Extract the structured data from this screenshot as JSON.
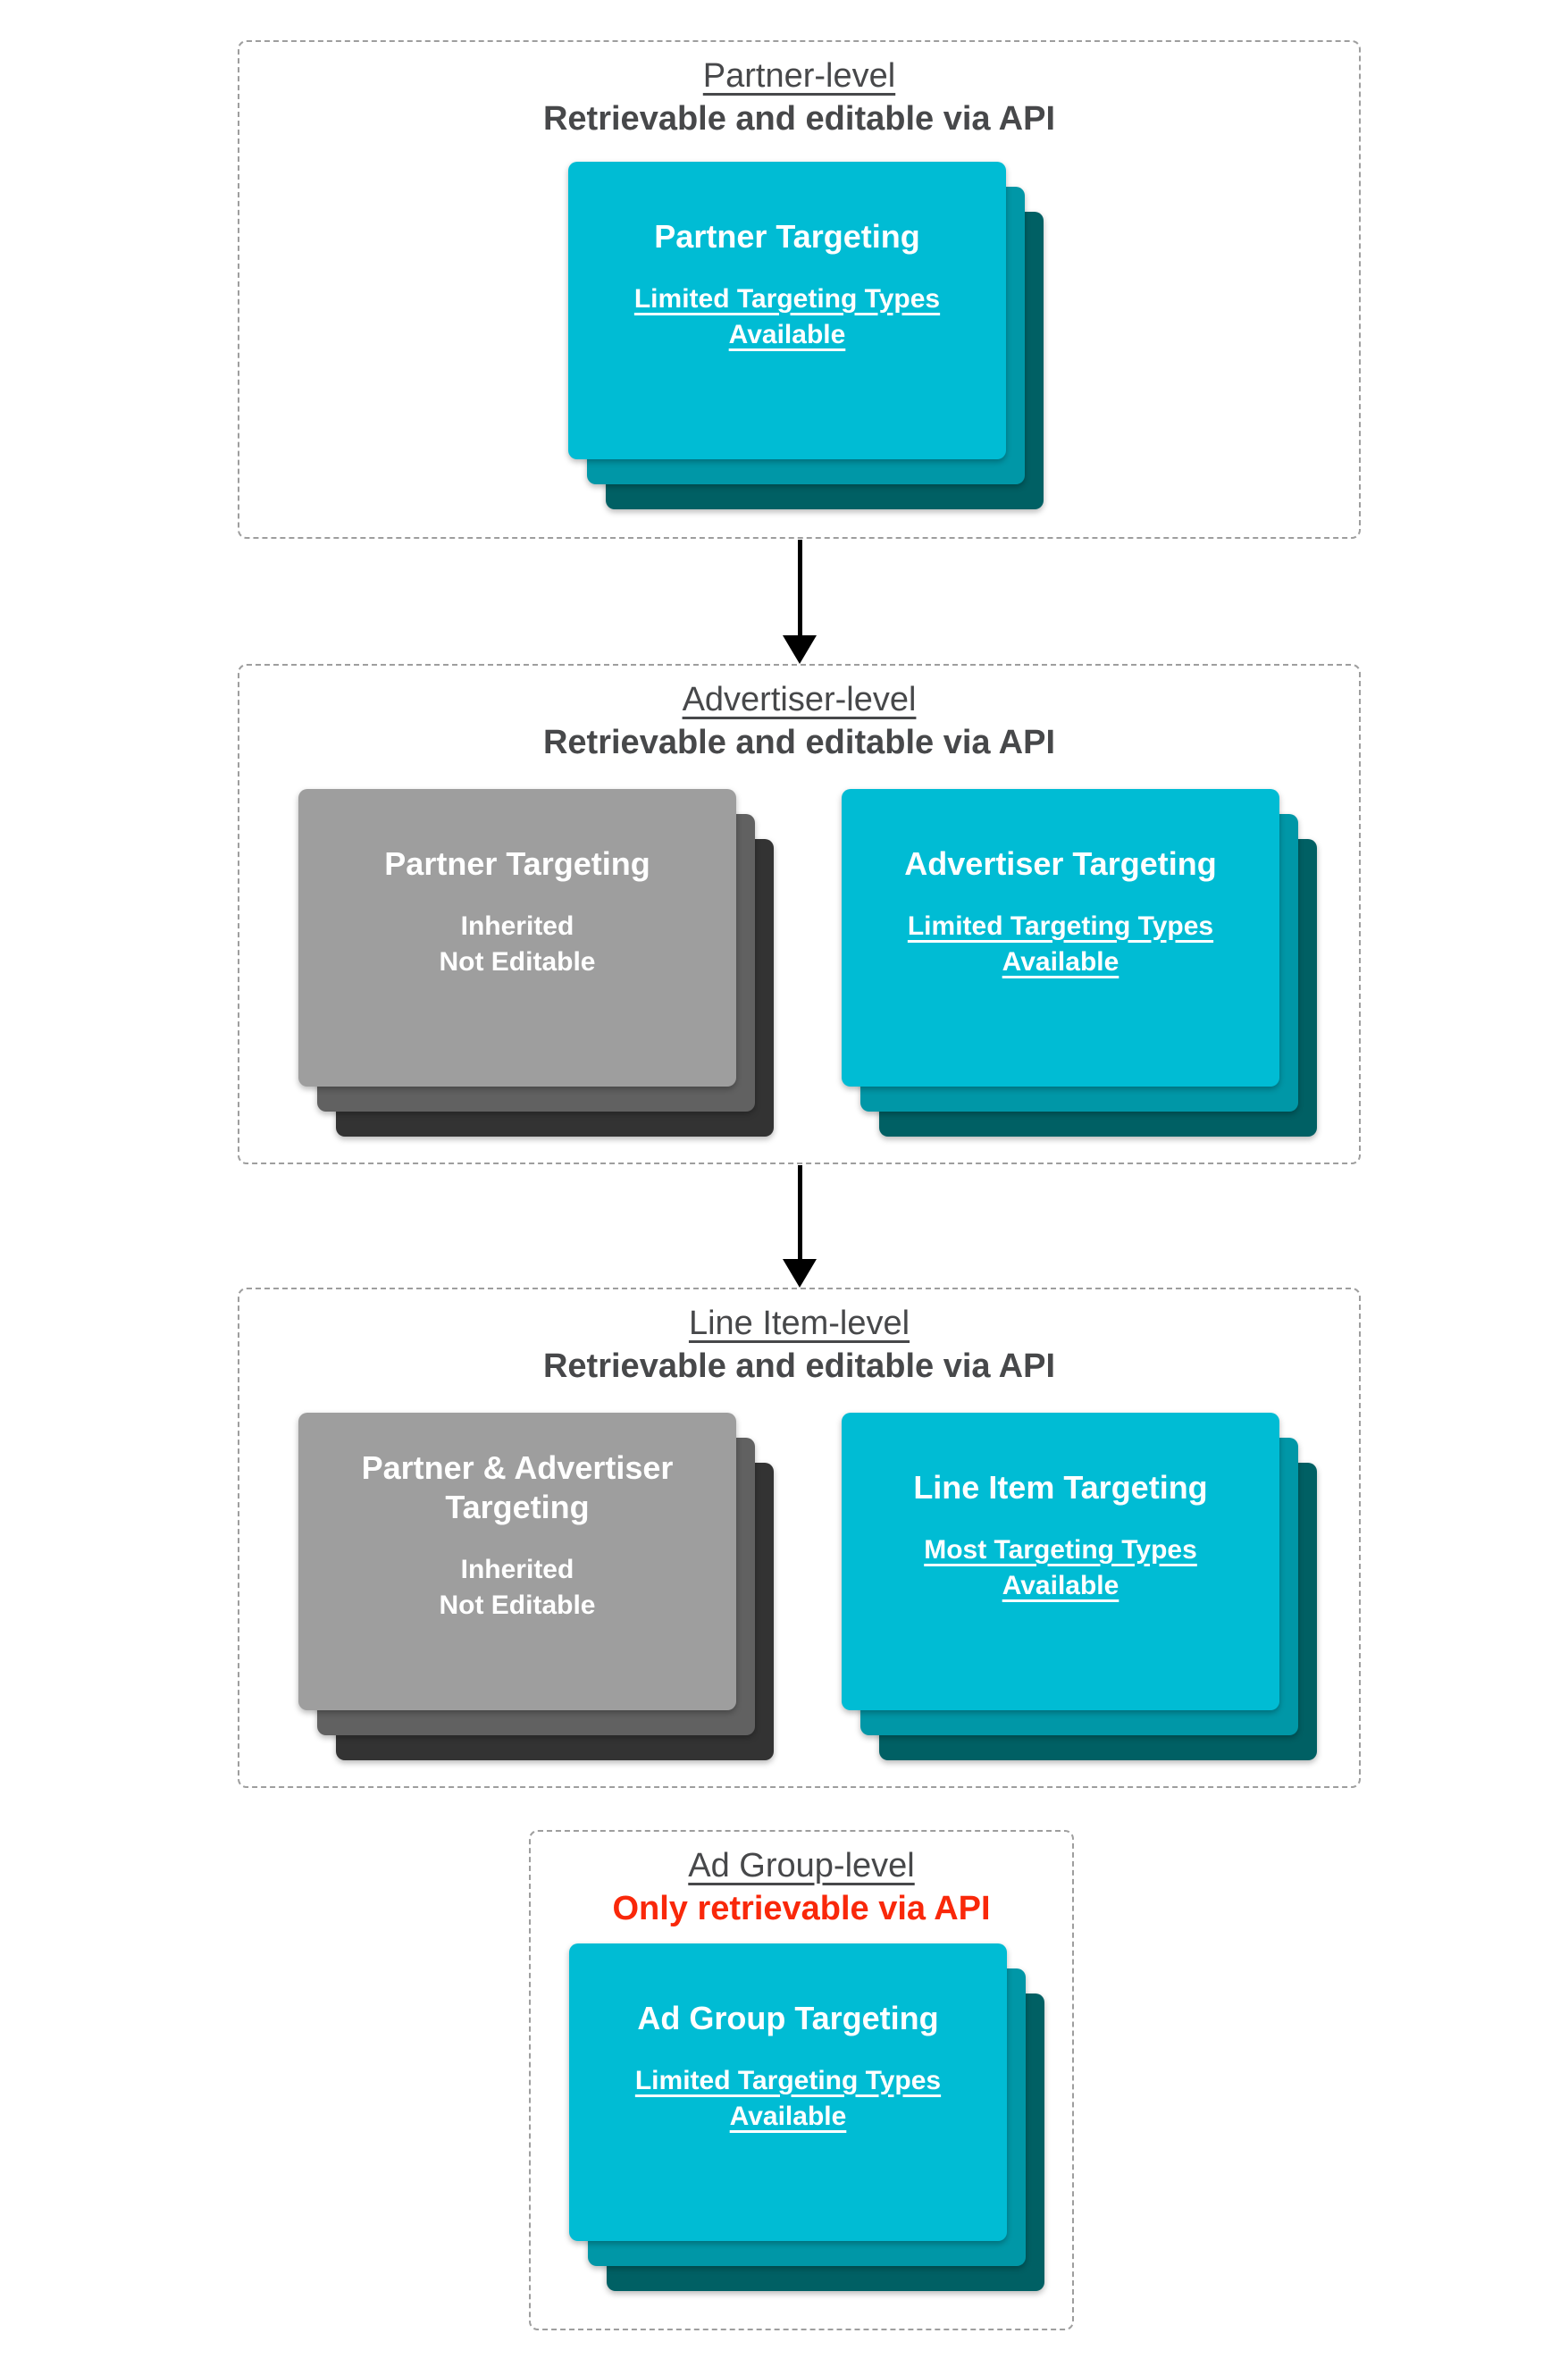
{
  "sections": [
    {
      "title": "Partner-level",
      "subtitle": "Retrievable and editable via API",
      "cards": [
        {
          "style": "teal",
          "title": "Partner Targeting",
          "line1": "Limited Targeting Types",
          "line2": "Available"
        }
      ]
    },
    {
      "title": "Advertiser-level",
      "subtitle": "Retrievable and editable via API",
      "cards": [
        {
          "style": "gray",
          "title": "Partner Targeting",
          "line1": "Inherited",
          "line2": "Not Editable"
        },
        {
          "style": "teal",
          "title": "Advertiser Targeting",
          "line1": "Limited Targeting Types",
          "line2": "Available"
        }
      ]
    },
    {
      "title": "Line Item-level",
      "subtitle": "Retrievable and editable via API",
      "cards": [
        {
          "style": "gray",
          "title": "Partner & Advertiser Targeting",
          "line1": "Inherited",
          "line2": "Not Editable"
        },
        {
          "style": "teal",
          "title": "Line Item Targeting",
          "line1": "Most Targeting Types",
          "line2": "Available"
        }
      ]
    },
    {
      "title": "Ad Group-level",
      "subtitle": "Only retrievable via API",
      "cards": [
        {
          "style": "teal",
          "title": "Ad Group Targeting",
          "line1": "Limited Targeting Types",
          "line2": "Available"
        }
      ]
    }
  ],
  "colors": {
    "teal_card_front": "#00bcd4",
    "teal_card_middle": "#0097a7",
    "teal_card_back": "#006064",
    "gray_card_front": "#9e9e9e",
    "gray_card_middle": "#616161",
    "gray_card_back": "#333333",
    "heading_text": "#47484a",
    "alert_red": "#f9280a",
    "card_text": "#ffffff",
    "dashed_border": "#9e9e9e",
    "arrow": "#000000"
  }
}
